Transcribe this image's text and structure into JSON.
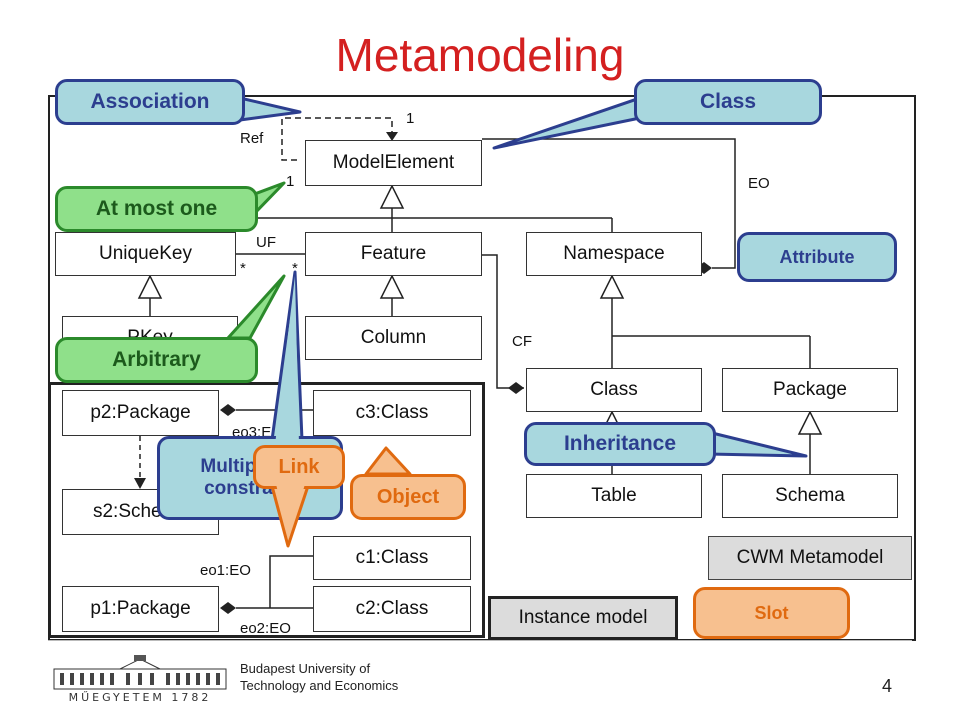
{
  "title": "Metamodeling",
  "metamodel": {
    "label": "CWM Metamodel",
    "classes": {
      "model_element": "ModelElement",
      "unique_key": "UniqueKey",
      "feature": "Feature",
      "namespace": "Namespace",
      "pkey": "PKey",
      "column": "Column",
      "class": "Class",
      "package": "Package",
      "table": "Table",
      "schema": "Schema"
    },
    "labels": {
      "ref": "Ref",
      "one_top": "1",
      "one_bottom": "1",
      "eo": "EO",
      "uf": "UF",
      "star_left": "*",
      "star_right": "*",
      "cf": "CF"
    }
  },
  "instance": {
    "label": "Instance model",
    "objects": {
      "p2": "p2:Package",
      "c3": "c3:Class",
      "s2": "s2:Schema",
      "c1": "c1:Class",
      "p1": "p1:Package",
      "c2": "c2:Class"
    },
    "links": {
      "eo3": "eo3:EO",
      "eo1": "eo1:EO",
      "eo2": "eo2:EO"
    }
  },
  "callouts": {
    "association": "Association",
    "class": "Class",
    "at_most_one": "At most one",
    "attribute": "Attribute",
    "arbitrary": "Arbitrary",
    "inheritance": "Inheritance",
    "multiplicity": "Multiplicity constraint",
    "link": "Link",
    "object": "Object",
    "slot": "Slot"
  },
  "footer": {
    "logo_text": "MŰEGYETEM 1782",
    "university": "Budapest University of Technology and Economics",
    "page_number": "4"
  },
  "colors": {
    "title": "#d42020",
    "blue_fill": "#a8d7de",
    "blue_border": "#2c3e8f",
    "green_fill": "#8fe08a",
    "green_border": "#2b8a2b",
    "orange_fill": "#f7c08f",
    "orange_border": "#e06a10"
  }
}
